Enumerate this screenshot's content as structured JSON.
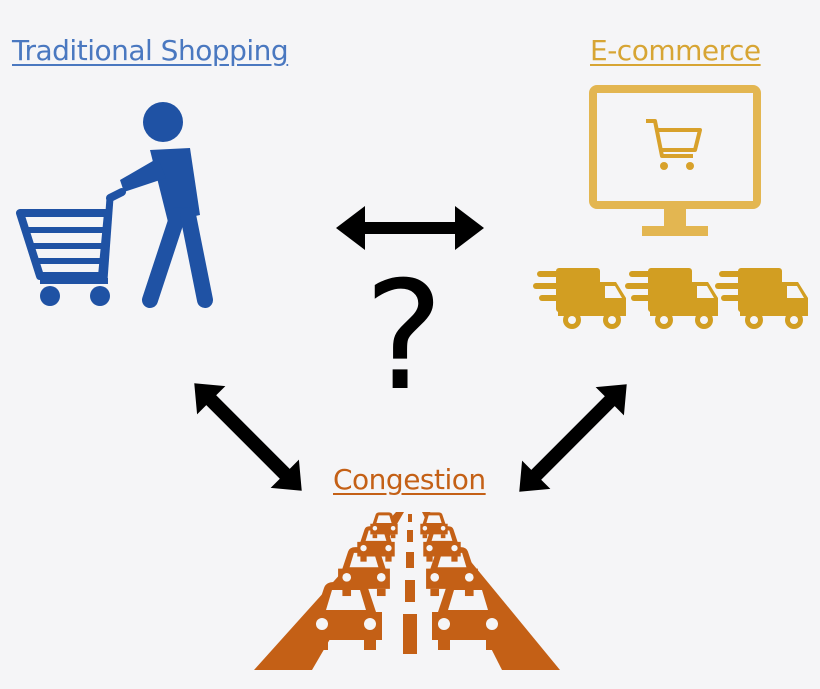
{
  "labels": {
    "traditional": "Traditional Shopping",
    "ecommerce": "E-commerce",
    "congestion": "Congestion",
    "question": "?"
  },
  "colors": {
    "traditional": "#4a78c0",
    "ecommerce": "#d7a534",
    "congestion": "#c46016",
    "shopper": "#1f52a4",
    "arrow": "#000000",
    "background": "#f5f5f7"
  },
  "icons": [
    "shopper-with-cart-icon",
    "monitor-cart-icon",
    "delivery-truck-icon",
    "traffic-jam-icon"
  ]
}
